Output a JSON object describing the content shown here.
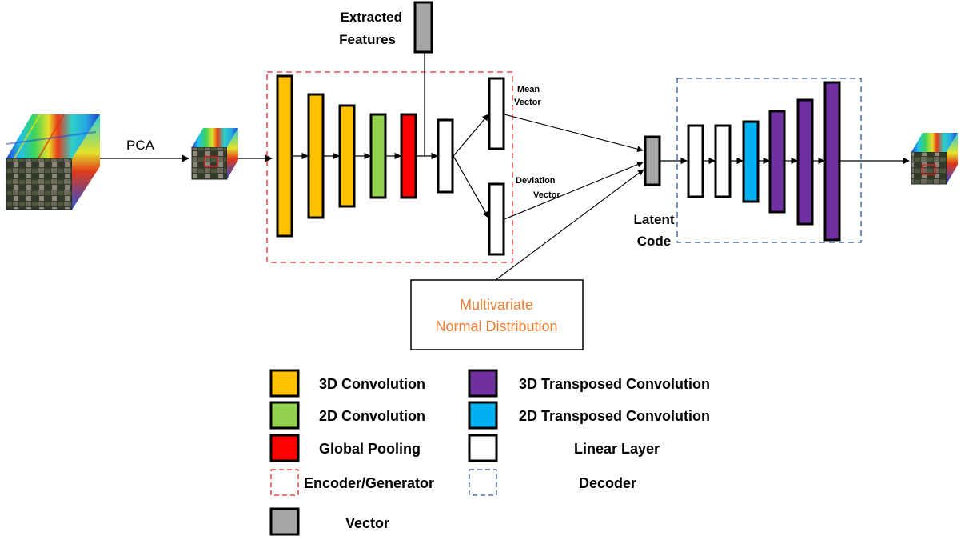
{
  "colors": {
    "conv3d": "#FFC000",
    "conv2d": "#92D050",
    "global_pooling": "#FF0000",
    "tconv3d": "#7030A0",
    "tconv2d": "#00B0F0",
    "linear": "#FFFFFF",
    "vector": "#A6A6A6",
    "encoder_border": "#E8262B",
    "decoder_border": "#2F5597",
    "distribution_text": "#ED7D31"
  },
  "labels": {
    "pca": "PCA",
    "extracted_features_line1": "Extracted",
    "extracted_features_line2": "Features",
    "mean_vector_line1": "Mean",
    "mean_vector_line2": "Vector",
    "deviation_vector_line1": "Deviation",
    "deviation_vector_line2": "Vector",
    "latent_code_line1": "Latent",
    "latent_code_line2": "Code",
    "distribution_line1": "Multivariate",
    "distribution_line2": "Normal Distribution"
  },
  "legend": {
    "conv3d": "3D Convolution",
    "conv2d": "2D Convolution",
    "global_pooling": "Global Pooling",
    "encoder": "Encoder/Generator",
    "vector": "Vector",
    "tconv3d": "3D Transposed Convolution",
    "tconv2d": "2D Transposed Convolution",
    "linear": "Linear Layer",
    "decoder": "Decoder"
  },
  "icons": [
    "hyperspectral-cube-icon",
    "reduced-cube-icon",
    "reconstructed-cube-icon"
  ]
}
